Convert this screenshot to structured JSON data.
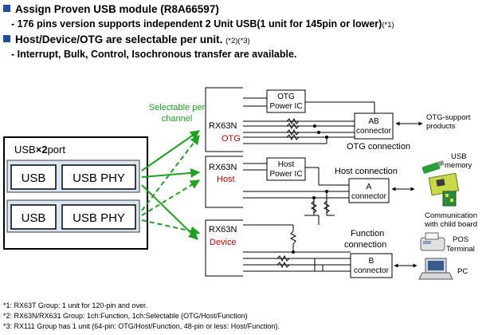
{
  "header": {
    "line1": "Assign Proven USB module (R8A66597)",
    "line2_main": "- 176 pins version supports independent 2 Unit USB(1 unit for 145pin or lower)",
    "line2_note": "(*1)",
    "line3_main": "Host/Device/OTG are selectable per unit.",
    "line3_note": "(*2)(*3)",
    "line4": "- Interrupt, Bulk, Control, Isochronous transfer are available."
  },
  "usb_block": {
    "title_prefix": "USB",
    "title_times": "×",
    "title_count": "2",
    "title_suffix": "port",
    "usb1": "USB",
    "phy1": "USB PHY",
    "usb2": "USB",
    "phy2": "USB PHY"
  },
  "selectable": {
    "line1": "Selectable per",
    "line2": "channel"
  },
  "rx_otg": {
    "chip": "RX63N",
    "mode": "OTG"
  },
  "rx_host": {
    "chip": "RX63N",
    "mode": "Host"
  },
  "rx_device": {
    "chip": "RX63N",
    "mode": "Device"
  },
  "otg_power": {
    "line1": "OTG",
    "line2": "Power IC"
  },
  "host_power": {
    "line1": "Host",
    "line2": "Power IC"
  },
  "ab_conn": {
    "line1": "AB",
    "line2": "connector"
  },
  "a_conn": {
    "line1": "A",
    "line2": "connector"
  },
  "b_conn": {
    "line1": "B",
    "line2": "connector"
  },
  "labels": {
    "otg_connection": "OTG connection",
    "host_connection": "Host connection",
    "function_connection_1": "Function",
    "function_connection_2": "connection",
    "otg_products_1": "OTG-support",
    "otg_products_2": "products",
    "usb_memory_1": "USB",
    "usb_memory_2": "memory",
    "child_board_1": "Communication",
    "child_board_2": "with child board",
    "pos_1": "POS",
    "pos_2": "Terminal",
    "pc": "PC"
  },
  "footnotes": {
    "n1": "*1: RX63T Group: 1 unit for 120-pin and over.",
    "n2": "*2: RX63N/RX631  Group: 1ch:Function, 1ch:Selectable (OTG/Host/Function)",
    "n3": "*3: RX111 Group has 1 unit (64-pin: OTG/Host/Function, 48-pin or less: Host/Function)."
  },
  "colors": {
    "accent": "#1f4fa3",
    "arrow": "#22a022",
    "mode_text": "#cc0000",
    "usb_box_fill": "#dbe6f4"
  }
}
